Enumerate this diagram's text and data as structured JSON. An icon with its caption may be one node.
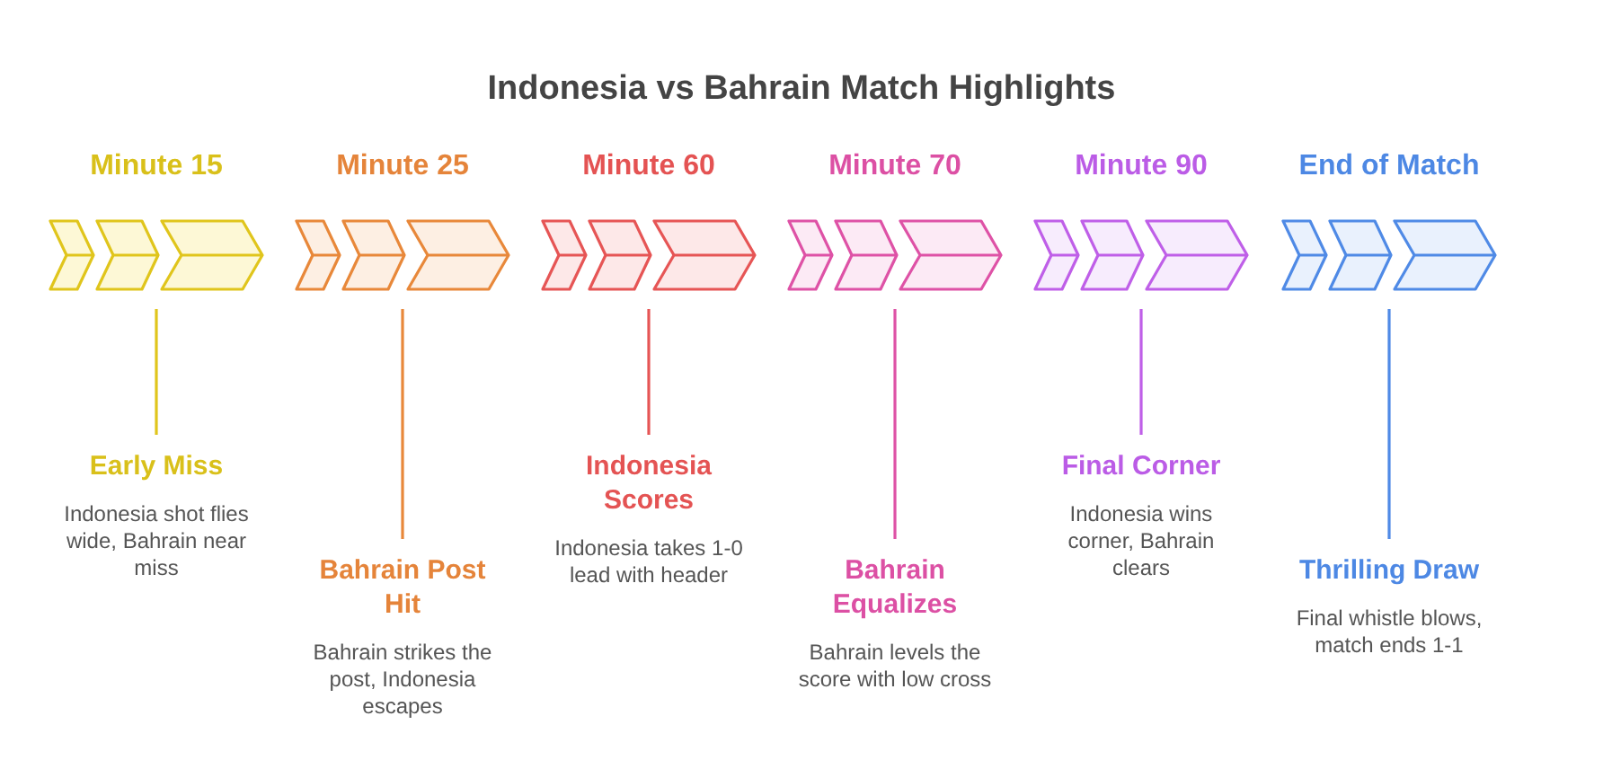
{
  "diagram": {
    "title": "Indonesia vs Bahrain Match Highlights",
    "nodes": [
      {
        "text": [
          "Minute 15"
        ]
      },
      {
        "text": [
          "Early Miss",
          "Indonesia shot flies wide, Bahrain near miss"
        ]
      },
      {
        "text": [
          "Minute 25"
        ]
      },
      {
        "text": [
          "Bahrain Post Hit",
          "Bahrain strikes the post, Indonesia escapes"
        ]
      },
      {
        "text": [
          "Minute 60"
        ]
      },
      {
        "text": [
          "Indonesia Scores",
          "Indonesia takes 1-0 lead with header"
        ]
      },
      {
        "text": [
          "Minute 70"
        ]
      },
      {
        "text": [
          "Bahrain Equalizes",
          "Bahrain levels the score with low cross"
        ]
      },
      {
        "text": [
          "Minute 90"
        ]
      },
      {
        "text": [
          "Final Corner",
          "Indonesia wins corner, Bahrain clears"
        ]
      },
      {
        "text": [
          "End of Match"
        ]
      },
      {
        "text": [
          "Thrilling Draw",
          "Final whistle blows, match ends 1-1"
        ]
      }
    ],
    "edges": [
      {
        "from": 0,
        "to": 1,
        "arrow": "none",
        "color": "#e0c51c"
      },
      {
        "from": 2,
        "to": 3,
        "arrow": "none",
        "color": "#e8883a"
      },
      {
        "from": 4,
        "to": 5,
        "arrow": "none",
        "color": "#e65555"
      },
      {
        "from": 6,
        "to": 7,
        "arrow": "none",
        "color": "#de52a6"
      },
      {
        "from": 8,
        "to": 9,
        "arrow": "none",
        "color": "#bf5fe8"
      },
      {
        "from": 10,
        "to": 11,
        "arrow": "none",
        "color": "#4f8ae6"
      }
    ]
  }
}
